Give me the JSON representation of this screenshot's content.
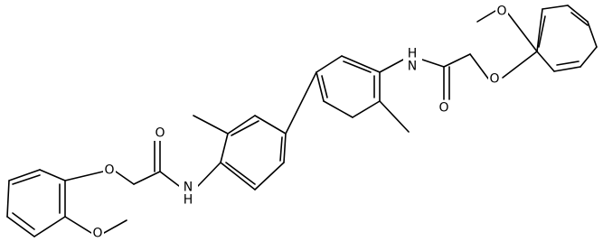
{
  "molecule": {
    "atom_labels": {
      "o_methoxy_top": "O",
      "o_ether_top": "O",
      "o_carbonyl_top": "O",
      "nh_top": "N",
      "h_top": "H",
      "o_carbonyl_bottom": "O",
      "nh_bottom": "N",
      "h_bottom": "H",
      "o_ether_bottom": "O",
      "o_methoxy_bottom": "O"
    }
  }
}
